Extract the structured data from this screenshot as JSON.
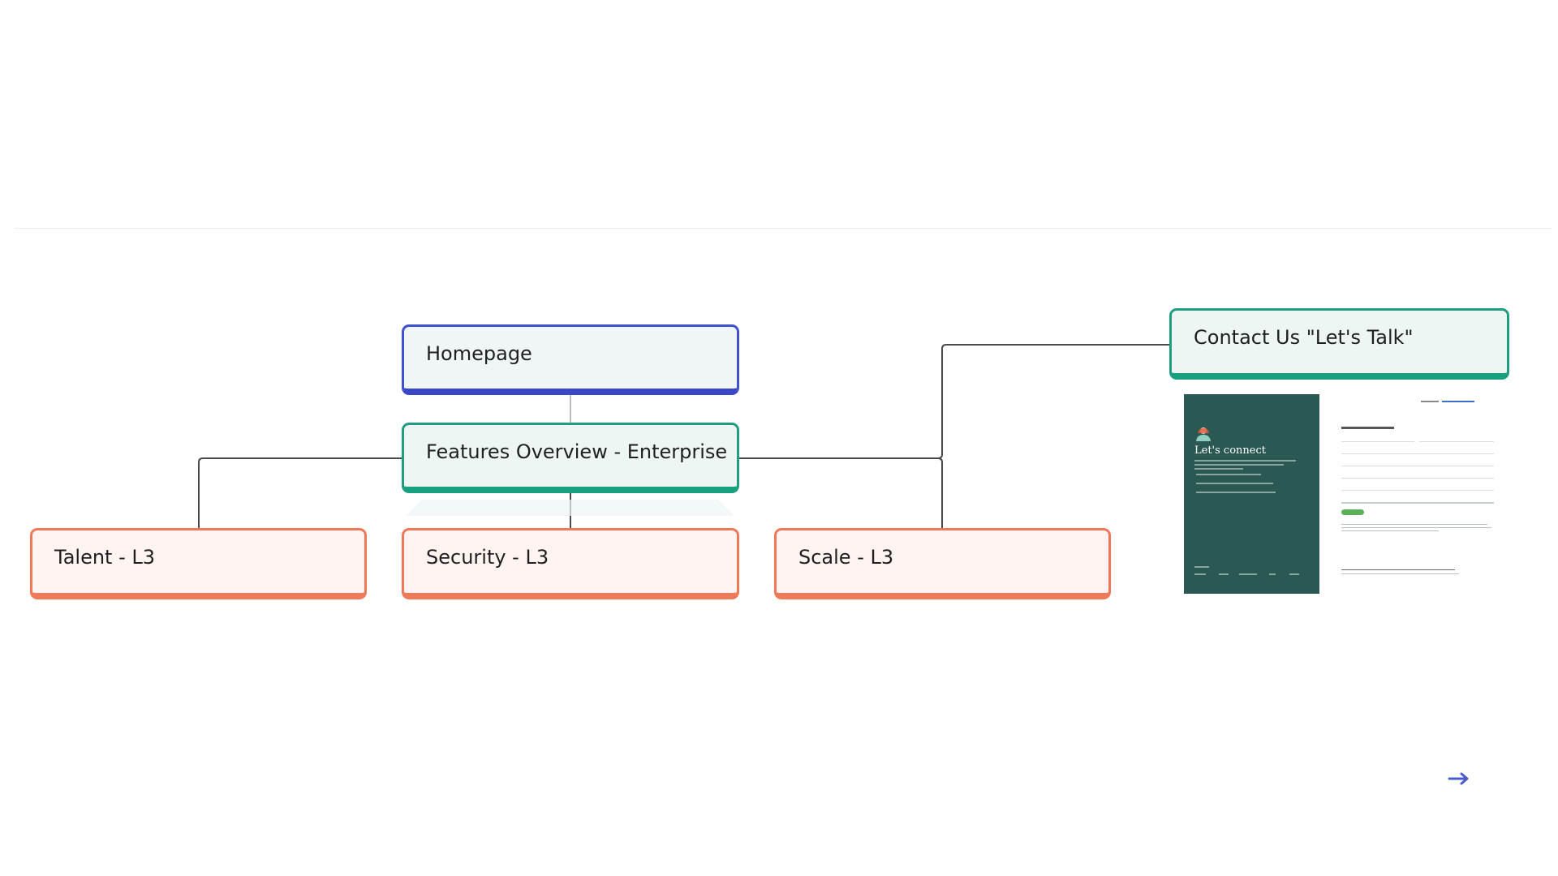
{
  "nodes": {
    "homepage": "Homepage",
    "features_overview": "Features Overview - Enterprise",
    "talent": "Talent - L3",
    "security": "Security - L3",
    "scale": "Scale - L3",
    "contact": "Contact Us \"Let's Talk\""
  },
  "thumbnail": {
    "title": "Let's connect"
  },
  "colors": {
    "blue_border": "#3f51cc",
    "teal_border": "#1f9d7e",
    "coral_border": "#ef7859",
    "connector": "#4a4a4a",
    "thumbnail_panel": "#2a5954"
  },
  "icons": {
    "nav_arrow": "arrow-right-icon"
  }
}
